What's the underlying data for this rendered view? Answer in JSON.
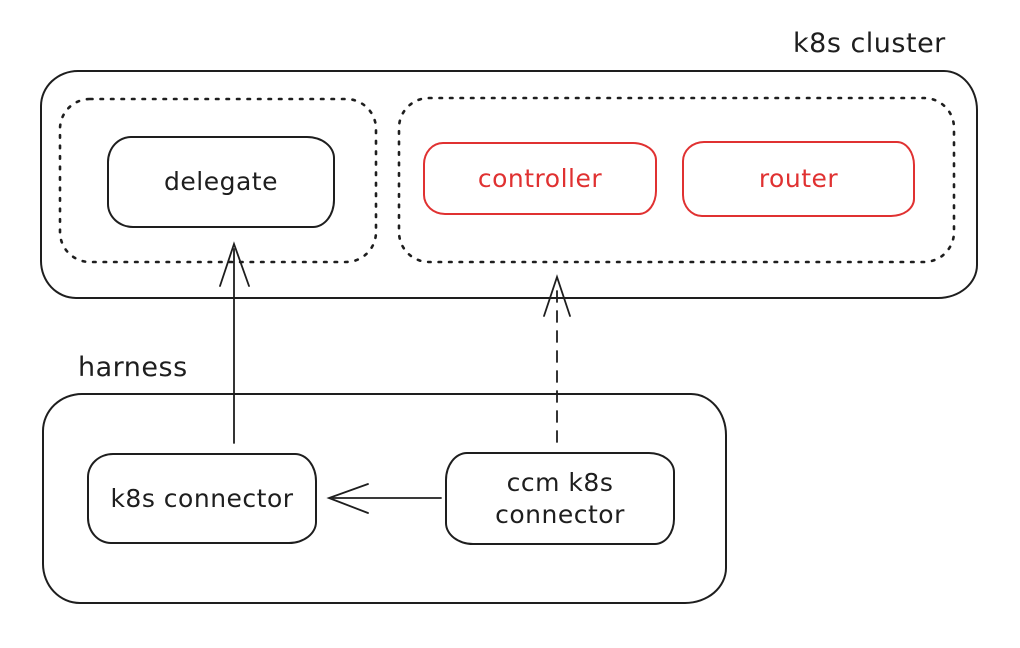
{
  "diagram": {
    "type": "architecture-sketch",
    "background": "#ffffff",
    "stroke_color": "#1e1e1e",
    "accent_color": "#e03131",
    "cluster": {
      "label": "k8s cluster"
    },
    "harness": {
      "label": "harness"
    },
    "nodes": {
      "delegate": {
        "label": "delegate",
        "color": "#1e1e1e",
        "container": "k8s cluster (left dotted pod group)"
      },
      "controller": {
        "label": "controller",
        "color": "#e03131",
        "container": "k8s cluster (right dotted pod group)"
      },
      "router": {
        "label": "router",
        "color": "#e03131",
        "container": "k8s cluster (right dotted pod group)"
      },
      "k8s_connector": {
        "label": "k8s connector",
        "color": "#1e1e1e",
        "container": "harness"
      },
      "ccm_k8s_connector": {
        "label": "ccm k8s connector",
        "line1": "ccm k8s",
        "line2": "connector",
        "color": "#1e1e1e",
        "container": "harness"
      }
    },
    "edges": [
      {
        "from": "k8s_connector",
        "to": "delegate_pod_group",
        "style": "solid",
        "arrowhead": "open",
        "direction": "up"
      },
      {
        "from": "ccm_k8s_connector",
        "to": "controller_router_pod_group",
        "style": "dashed",
        "arrowhead": "open",
        "direction": "up"
      },
      {
        "from": "ccm_k8s_connector",
        "to": "k8s_connector",
        "style": "solid",
        "arrowhead": "open",
        "direction": "left"
      }
    ]
  }
}
